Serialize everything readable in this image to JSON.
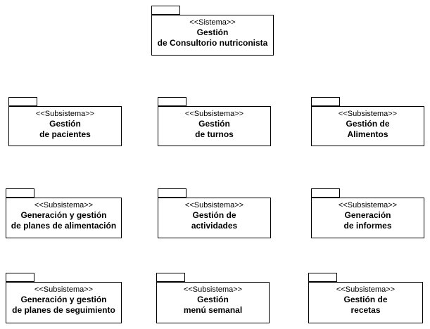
{
  "diagram": {
    "system": {
      "stereotype": "<<Sistema>>",
      "name_line1": "Gestión",
      "name_line2": "de Consultorio nutriconista"
    },
    "subsystems": [
      {
        "stereotype": "<<Subsistema>>",
        "name_line1": "Gestión",
        "name_line2": "de pacientes"
      },
      {
        "stereotype": "<<Subsistema>>",
        "name_line1": "Gestión",
        "name_line2": "de turnos"
      },
      {
        "stereotype": "<<Subsistema>>",
        "name_line1": "Gestión de",
        "name_line2": "Alimentos"
      },
      {
        "stereotype": "<<Subsistema>>",
        "name_line1": "Generación y gestión",
        "name_line2": "de planes de alimentación"
      },
      {
        "stereotype": "<<Subsistema>>",
        "name_line1": "Gestión de",
        "name_line2": "actividades"
      },
      {
        "stereotype": "<<Subsistema>>",
        "name_line1": "Generación",
        "name_line2": "de informes"
      },
      {
        "stereotype": "<<Subsistema>>",
        "name_line1": "Generación y gestión",
        "name_line2": "de planes de seguimiento"
      },
      {
        "stereotype": "<<Subsistema>>",
        "name_line1": "Gestión",
        "name_line2": "menú semanal"
      },
      {
        "stereotype": "<<Subsistema>>",
        "name_line1": "Gestión de",
        "name_line2": "recetas"
      }
    ]
  }
}
